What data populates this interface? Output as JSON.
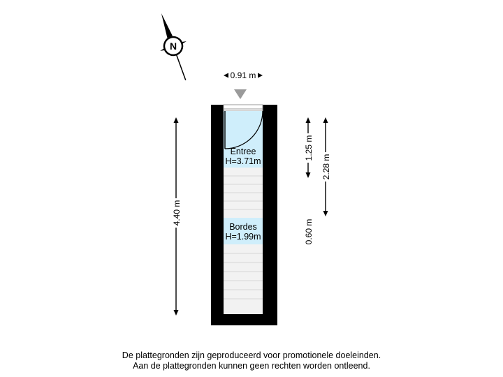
{
  "dimensions": {
    "width_label": "0.91 m",
    "height_total": "4.40 m",
    "entree_depth": "1.25 m",
    "upper_depth": "2.28 m",
    "bordes_depth": "0.60 m"
  },
  "rooms": [
    {
      "name": "Entree",
      "height": "H=3.71m",
      "fill": "#cfeefb"
    },
    {
      "name": "Bordes",
      "height": "H=1.99m",
      "fill": "#cfeefb"
    }
  ],
  "compass": {
    "letter": "N"
  },
  "disclaimer": {
    "line1": "De plattegronden zijn geproduceerd voor promotionele doeleinden.",
    "line2": "Aan de plattegronden kunnen geen rechten worden ontleend."
  },
  "colors": {
    "wall": "#000000",
    "room_fill": "#cfeefb",
    "stair_fill": "#f2f2f2",
    "stair_line": "#d5d5d5",
    "entrance_marker": "#9a9a9a"
  }
}
